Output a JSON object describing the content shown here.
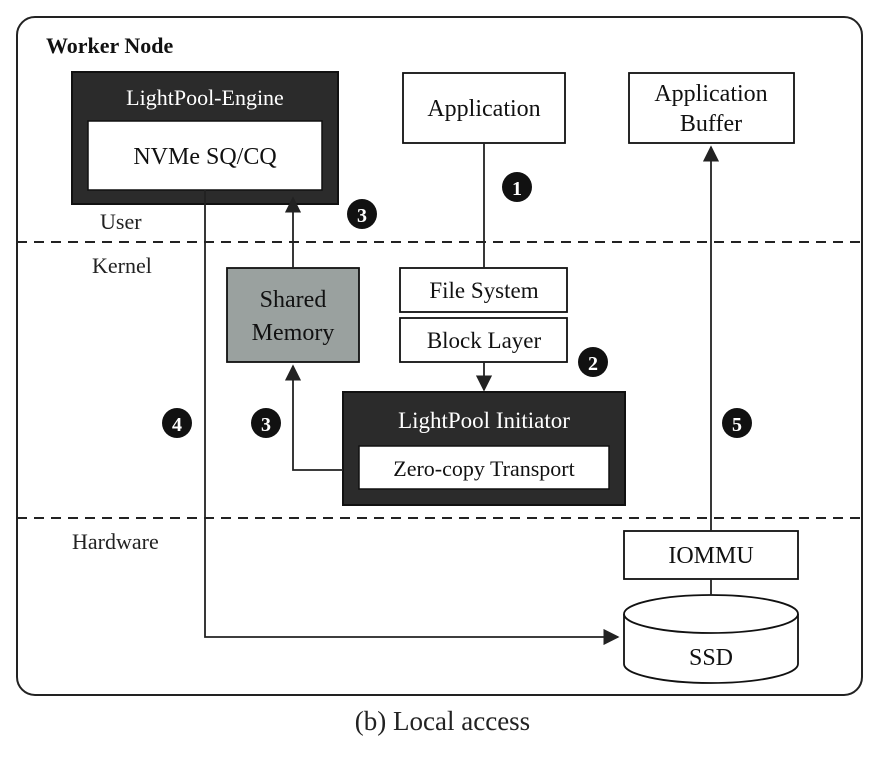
{
  "diagram": {
    "title": "Worker Node",
    "layers": {
      "user": "User",
      "kernel": "Kernel",
      "hardware": "Hardware"
    },
    "boxes": {
      "engine": "LightPool-Engine",
      "nvme": "NVMe SQ/CQ",
      "application": "Application",
      "app_buffer_line1": "Application",
      "app_buffer_line2": "Buffer",
      "shared_memory_line1": "Shared",
      "shared_memory_line2": "Memory",
      "file_system": "File System",
      "block_layer": "Block Layer",
      "initiator": "LightPool Initiator",
      "zero_copy": "Zero-copy Transport",
      "iommu": "IOMMU",
      "ssd": "SSD"
    },
    "steps": [
      "1",
      "2",
      "3",
      "3",
      "4",
      "5"
    ],
    "colors": {
      "dark_box": "#2b2b2b",
      "shared_memory_fill": "#9aa19f",
      "badge": "#111111",
      "line": "#222222"
    }
  },
  "caption": "(b) Local access"
}
